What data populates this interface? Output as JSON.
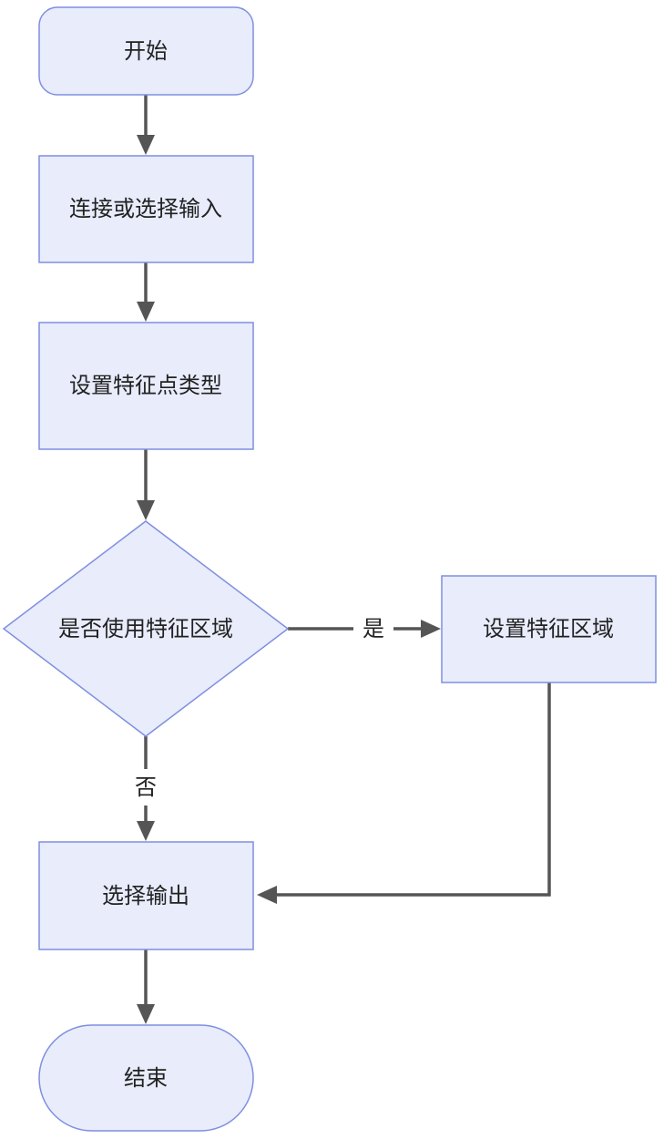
{
  "flowchart": {
    "nodes": {
      "start": "开始",
      "connect_input": "连接或选择输入",
      "set_feature_type": "设置特征点类型",
      "use_feature_region": "是否使用特征区域",
      "set_feature_region": "设置特征区域",
      "select_output": "选择输出",
      "end": "结束"
    },
    "edges": {
      "yes_label": "是",
      "no_label": "否"
    }
  },
  "colors": {
    "node_fill": "#e8ecfb",
    "node_border": "#7f8fe0",
    "edge": "#555555",
    "text": "#222222"
  }
}
